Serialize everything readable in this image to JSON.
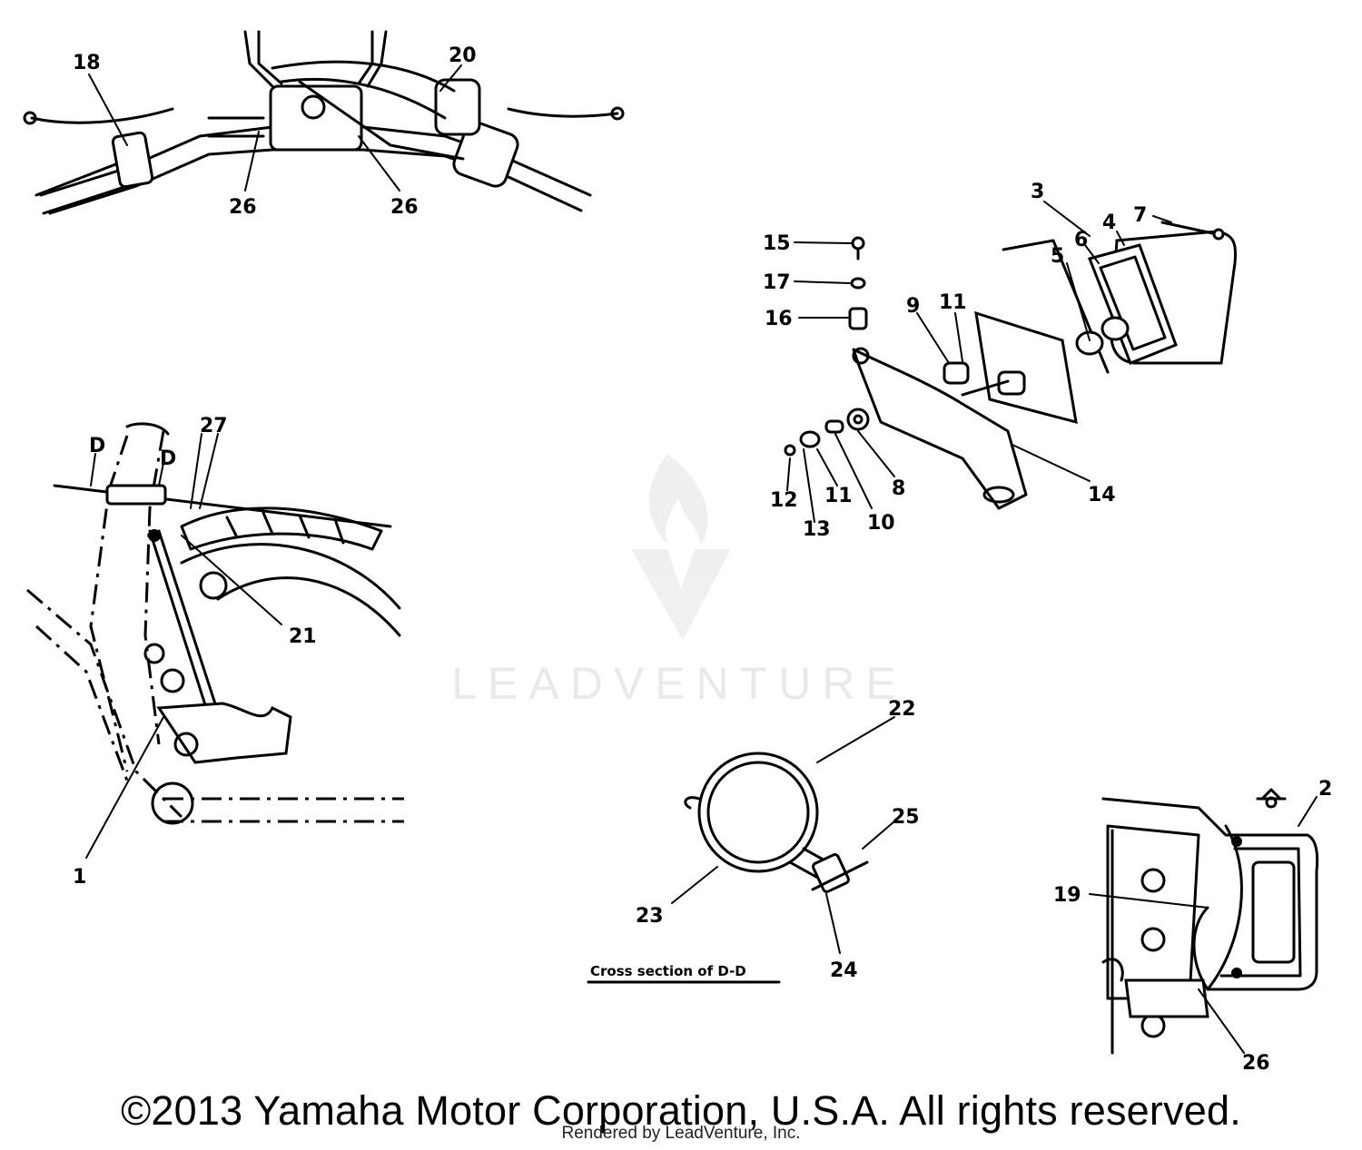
{
  "callouts": [
    {
      "id": "c18",
      "label": "18"
    },
    {
      "id": "c26a",
      "label": "26"
    },
    {
      "id": "c26b",
      "label": "26"
    },
    {
      "id": "c20",
      "label": "20"
    },
    {
      "id": "c3",
      "label": "3"
    },
    {
      "id": "c4",
      "label": "4"
    },
    {
      "id": "c5",
      "label": "5"
    },
    {
      "id": "c6",
      "label": "6"
    },
    {
      "id": "c7",
      "label": "7"
    },
    {
      "id": "c15",
      "label": "15"
    },
    {
      "id": "c17",
      "label": "17"
    },
    {
      "id": "c16",
      "label": "16"
    },
    {
      "id": "c9",
      "label": "9"
    },
    {
      "id": "c11a",
      "label": "11"
    },
    {
      "id": "c14",
      "label": "14"
    },
    {
      "id": "c8",
      "label": "8"
    },
    {
      "id": "c10",
      "label": "10"
    },
    {
      "id": "c11b",
      "label": "11"
    },
    {
      "id": "c13",
      "label": "13"
    },
    {
      "id": "c12",
      "label": "12"
    },
    {
      "id": "cDa",
      "label": "D"
    },
    {
      "id": "cDb",
      "label": "D"
    },
    {
      "id": "c27",
      "label": "27"
    },
    {
      "id": "c21",
      "label": "21"
    },
    {
      "id": "c1",
      "label": "1"
    },
    {
      "id": "c22",
      "label": "22"
    },
    {
      "id": "c25",
      "label": "25"
    },
    {
      "id": "c23",
      "label": "23"
    },
    {
      "id": "c24",
      "label": "24"
    },
    {
      "id": "c2",
      "label": "2"
    },
    {
      "id": "c19",
      "label": "19"
    },
    {
      "id": "c26c",
      "label": "26"
    }
  ],
  "section_title": "Cross section of D-D",
  "watermark": "LEADVENTURE",
  "copyright": "©2013 Yamaha Motor Corporation, U.S.A. All rights reserved.",
  "rendered_by": "Rendered by LeadVenture, Inc."
}
